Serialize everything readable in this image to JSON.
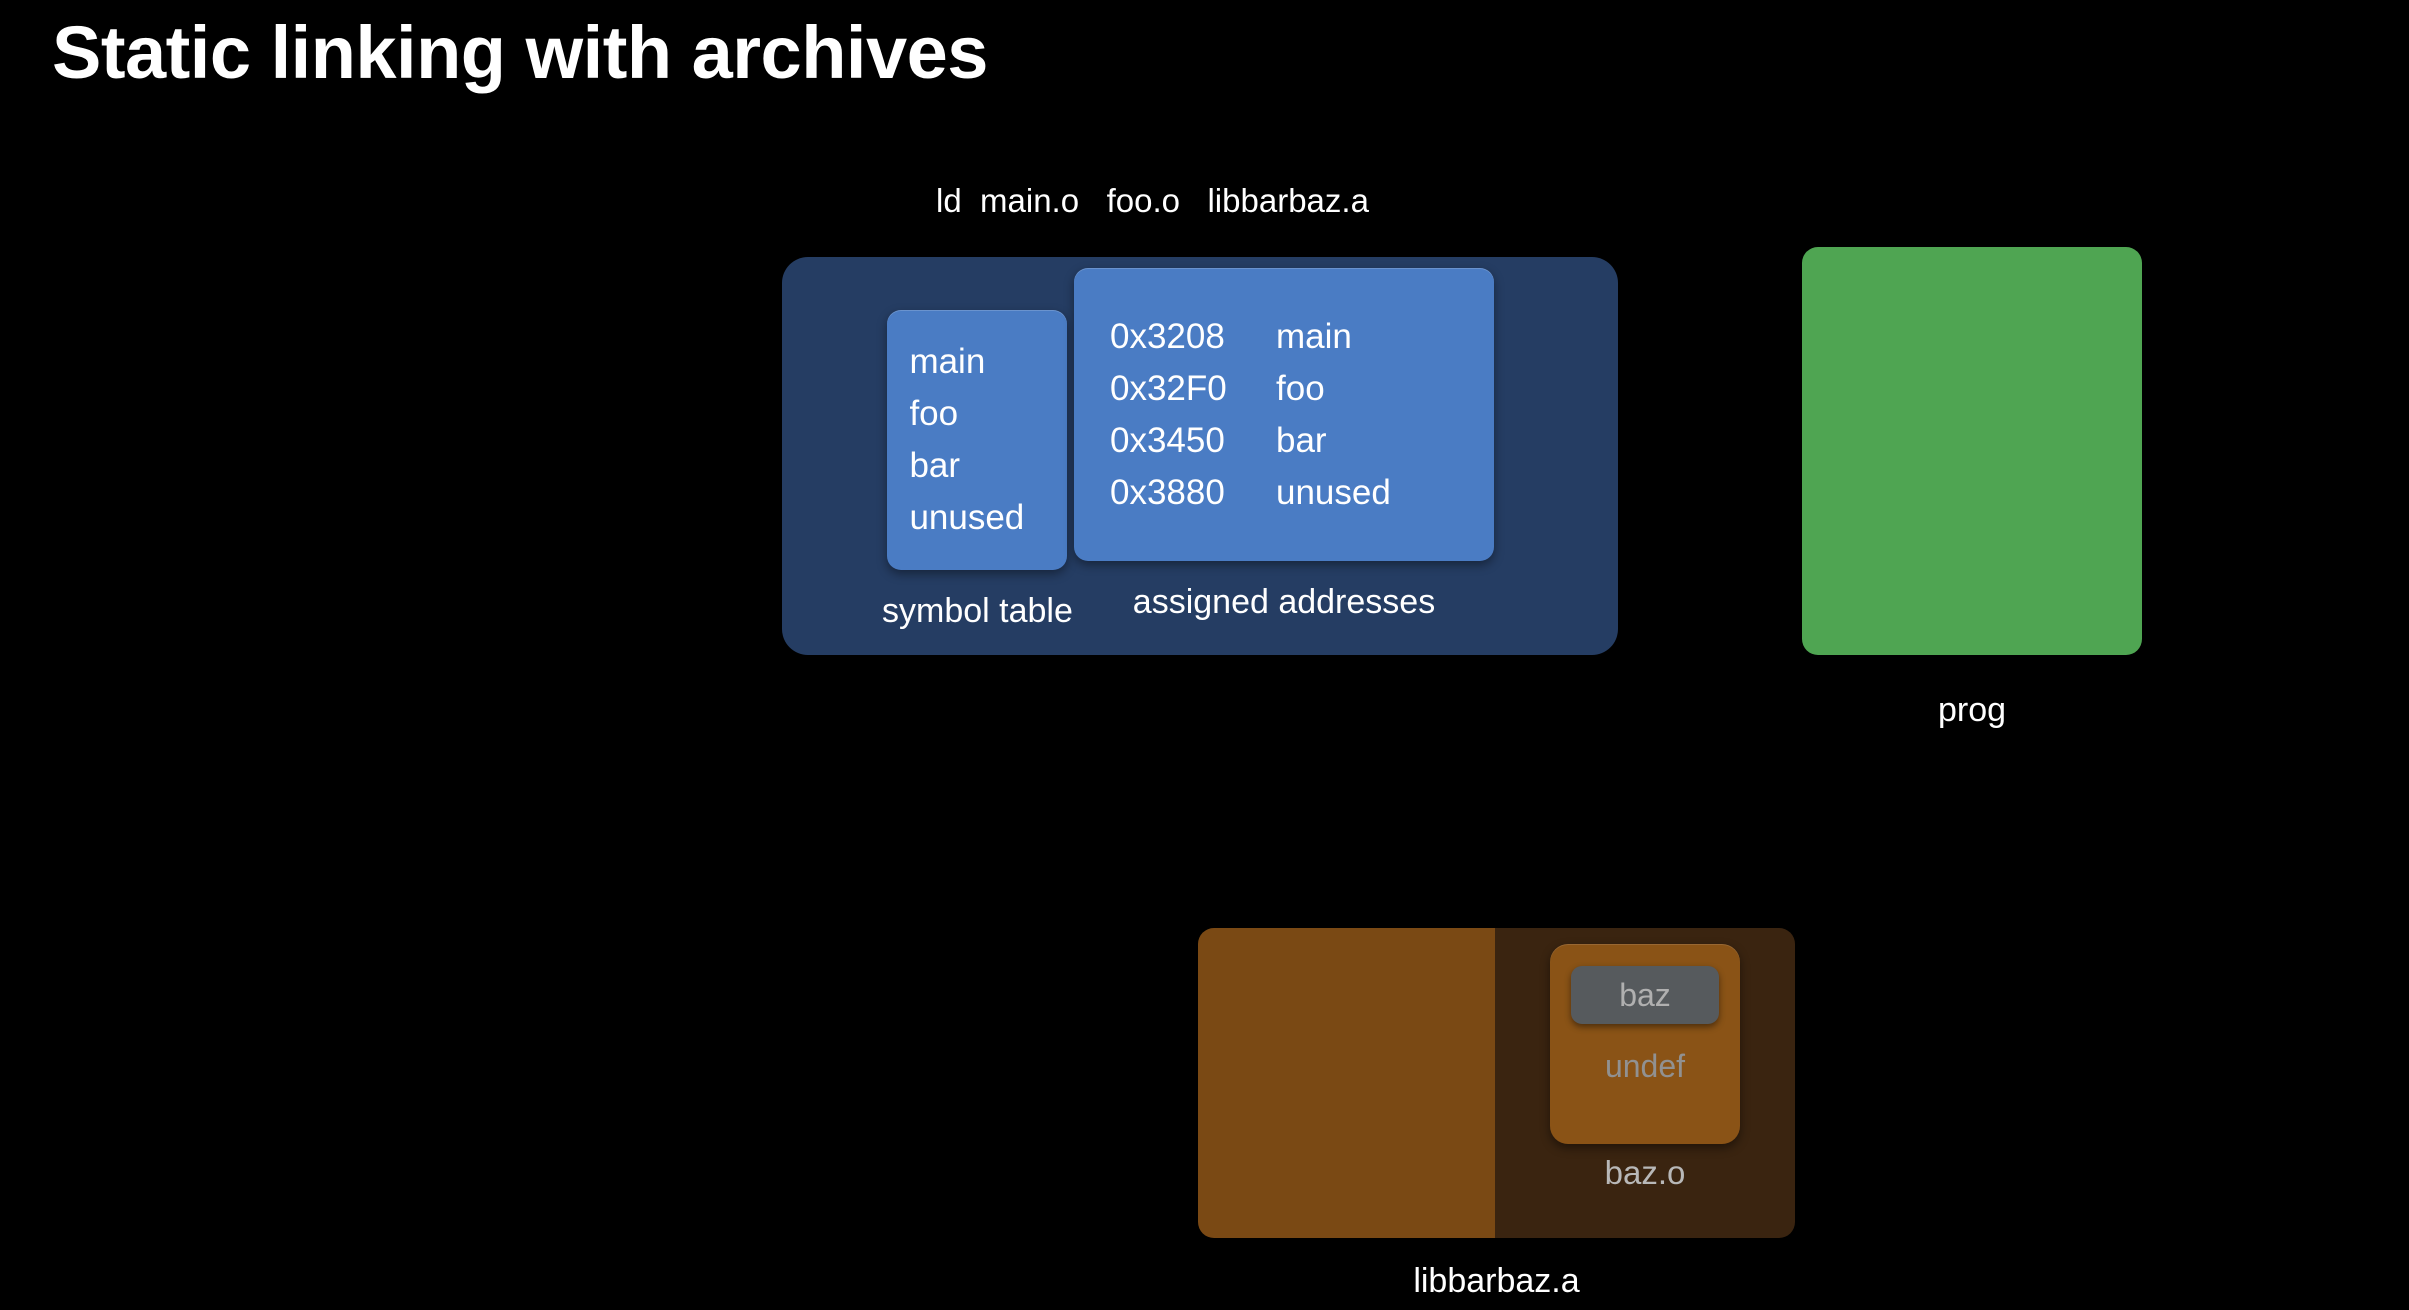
{
  "slide": {
    "title": "Static linking with archives",
    "background_color": "#000000"
  },
  "command": {
    "text": "ld  main.o   foo.o   libbarbaz.a"
  },
  "linker_panel": {
    "background_color": "#253d63",
    "symbol_table": {
      "caption": "symbol table",
      "card_color": "#4a7cc4",
      "symbols": [
        "main",
        "foo",
        "bar",
        "unused"
      ]
    },
    "assigned_addresses": {
      "caption": "assigned addresses",
      "card_color": "#4a7cc4",
      "rows": [
        {
          "address": "0x3208",
          "symbol": "main"
        },
        {
          "address": "0x32F0",
          "symbol": "foo"
        },
        {
          "address": "0x3450",
          "symbol": "bar"
        },
        {
          "address": "0x3880",
          "symbol": "unused"
        }
      ]
    }
  },
  "output": {
    "label": "prog",
    "box_color": "#4fa552"
  },
  "archive": {
    "label": "libbarbaz.a",
    "left_member": {
      "color": "#7a4914",
      "label": ""
    },
    "right_member": {
      "color": "#3a2410",
      "object_label": "baz.o",
      "object_color": "#8a5316",
      "symbol_chip": "baz",
      "symbol_chip_color": "#565a5d",
      "status": "undef"
    }
  }
}
